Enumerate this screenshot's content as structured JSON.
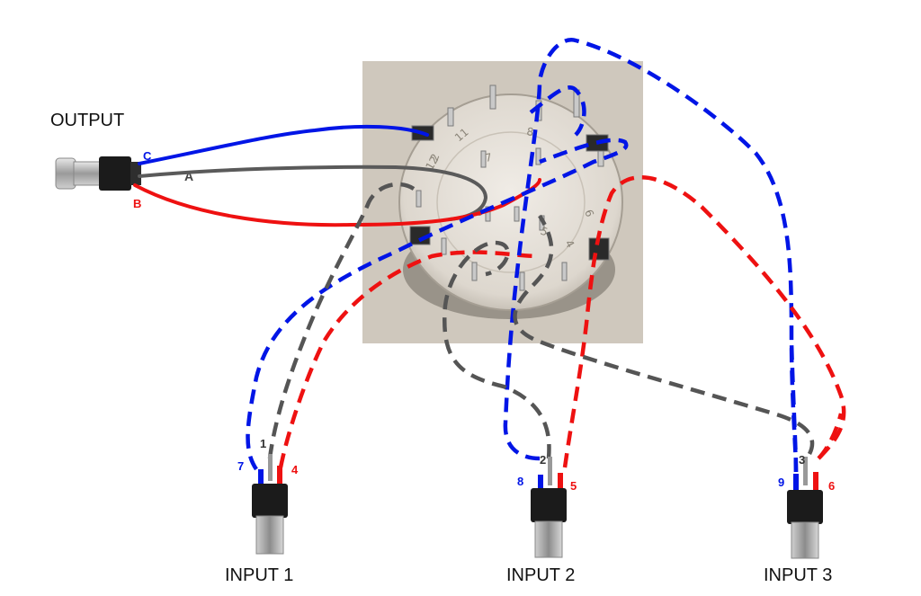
{
  "colors": {
    "blue": "#0015e6",
    "red": "#ee1111",
    "gray": "#555555",
    "photo_bg": "#cfc8bd",
    "switch_body": "#e6e1d9"
  },
  "output": {
    "label": "OUTPUT",
    "pins": {
      "c": "C",
      "a": "A",
      "b": "B"
    }
  },
  "inputs": [
    {
      "label": "INPUT 1",
      "pin_blue": "7",
      "pin_gray": "1",
      "pin_red": "4"
    },
    {
      "label": "INPUT 2",
      "pin_blue": "8",
      "pin_gray": "2",
      "pin_red": "5"
    },
    {
      "label": "INPUT 3",
      "pin_blue": "9",
      "pin_gray": "3",
      "pin_red": "6"
    }
  ],
  "switch": {
    "numbers": [
      "11",
      "12",
      "2",
      "8",
      "9",
      "6",
      "5",
      "7",
      "4"
    ]
  }
}
